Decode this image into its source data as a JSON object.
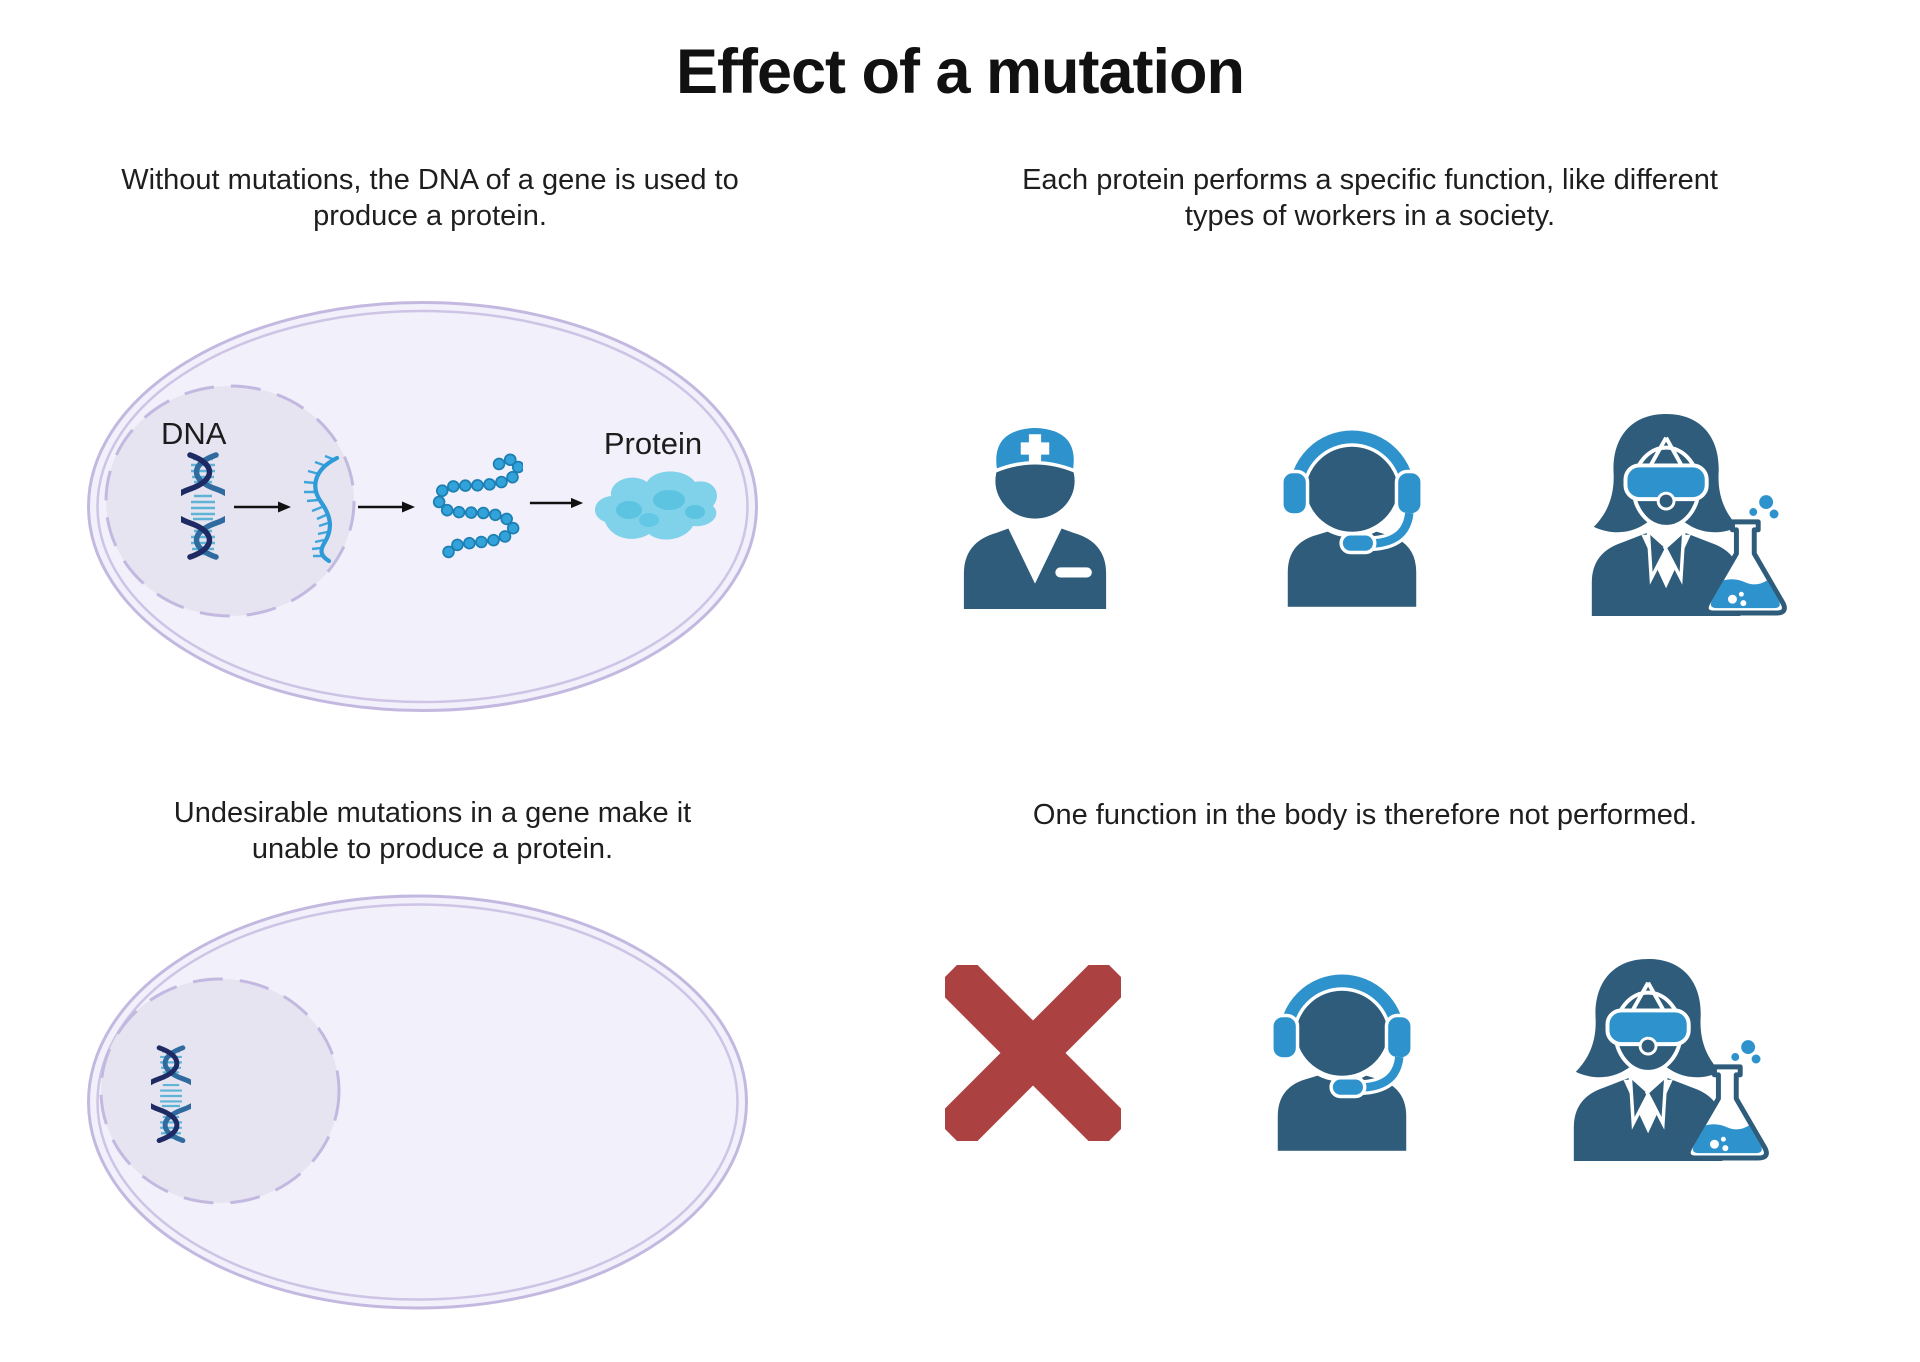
{
  "title": "Effect of a mutation",
  "captions": {
    "top_left_line1": "Without mutations, the DNA of a gene is used to",
    "top_left_line2": "produce a protein.",
    "top_right_line1": "Each protein performs a specific function, like different",
    "top_right_line2": "types of workers in a society.",
    "bottom_left_line1": "Undesirable mutations in a gene make it",
    "bottom_left_line2": "unable to produce a protein.",
    "bottom_right_line1": "One function in the body is therefore not performed."
  },
  "cell_diagram": {
    "dna_label": "DNA",
    "protein_label": "Protein"
  },
  "icons": {
    "top_right_row": [
      "medical-worker-icon",
      "support-agent-icon",
      "scientist-icon"
    ],
    "bottom_right_row": [
      "cross-mark-icon",
      "support-agent-icon",
      "scientist-icon"
    ]
  },
  "colors": {
    "icon_dark": "#2e5c7a",
    "icon_accent": "#2e93cd",
    "cross_red": "#ac4141",
    "cell_fill": "#f2f0fa",
    "cell_membrane": "#c3b9e0",
    "nucleus_fill": "#e7e4f1",
    "dna_strand_dark": "#1e2a63",
    "dna_strand_blue": "#2f6b9e",
    "rna_blue": "#2e9ad8",
    "bead_blue": "#32a2da",
    "protein_blob": "#7fd2ea",
    "text": "#1e1e1e"
  }
}
